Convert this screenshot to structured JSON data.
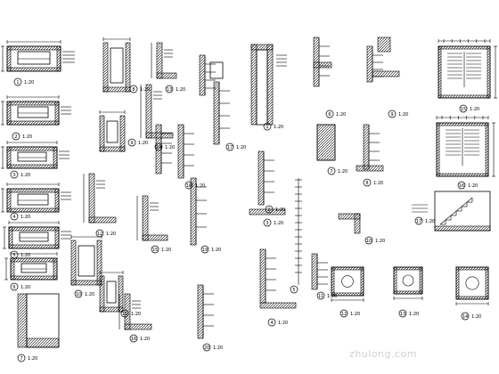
{
  "drawing": {
    "scale_label": "1:20",
    "detail_numbers": [
      "1",
      "2",
      "3",
      "4",
      "5",
      "6",
      "7",
      "8",
      "9",
      "10",
      "11",
      "12",
      "13",
      "14",
      "15",
      "16",
      "17",
      "18",
      "19",
      "20"
    ],
    "watermark": "zhulong.com",
    "stroke_color": "#000000",
    "background_color": "#ffffff"
  }
}
